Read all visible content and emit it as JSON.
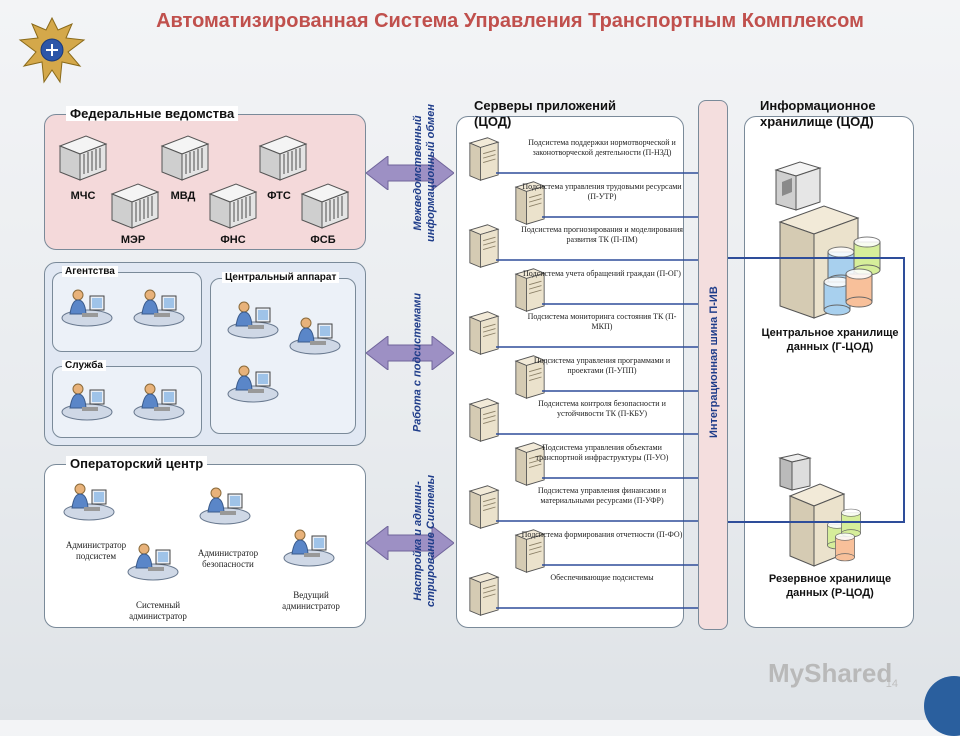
{
  "title": "Автоматизированная Система Управления Транспортным Комплексом",
  "federal": {
    "title": "Федеральные ведомства",
    "orgs": [
      "МЧС",
      "МВД",
      "ФТС",
      "МЭР",
      "ФНС",
      "ФСБ"
    ]
  },
  "middle": {
    "agencies_label": "Агентства",
    "central_label": "Центральный аппарат",
    "service_label": "Служба"
  },
  "operator": {
    "title": "Операторский центр",
    "roles": [
      "Администратор подсистем",
      "Администратор безопасности",
      "Системный администратор",
      "Ведущий администратор"
    ]
  },
  "arrows": {
    "top": "Межведомственный информационный обмен",
    "middle": "Работа с подсистемами",
    "bottom": "Настройка и админи-стрирование Системы"
  },
  "servers": {
    "title": "Серверы приложений (ЦОД)",
    "items": [
      "Подсистема поддержки нормотворческой и законотворческой деятельности (П-НЗД)",
      "Подсистема управления трудовыми ресурсами (П-УТР)",
      "Подсистема прогнозирования и моделирования развития ТК (П-ПМ)",
      "Подсистема учета обращений граждан (П-ОГ)",
      "Подсистема мониторинга состояния ТК (П-МКП)",
      "Подсистема управления программами и проектами (П-УПП)",
      "Подсистема контроля безопасности и устойчивости ТК (П-КБУ)",
      "Подсистема управления объектами транспортной инфраструктуры (П-УО)",
      "Подсистема управления финансами и материальными ресурсами (П-УФР)",
      "Подсистема формирования отчетности (П-ФО)",
      "Обеспечивающие подсистемы"
    ]
  },
  "bus": "Интеграционная шина П-ИВ",
  "storage": {
    "title": "Информационное хранилище (ЦОД)",
    "main": "Центральное хранилище данных (Г-ЦОД)",
    "reserve": "Резервное хранилище данных (Р-ЦОД)"
  },
  "page_number": "14",
  "watermark": "MyShared",
  "colors": {
    "title": "#c0504d",
    "arrow": "#8a7fb8",
    "bus_line": "#2e4d9a",
    "federal_bg": "#f4d9da",
    "middle_bg": "#e1e8f3"
  }
}
